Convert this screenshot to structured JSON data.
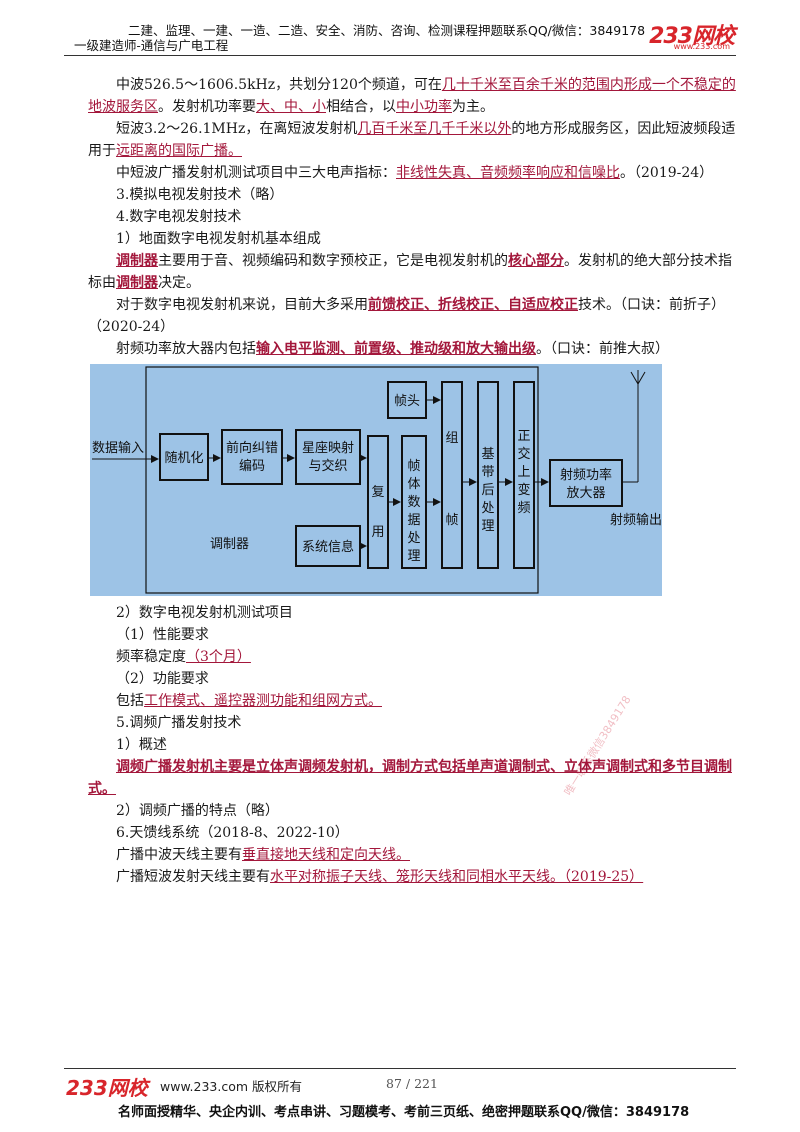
{
  "header": {
    "top_line": "二建、监理、一建、一造、二造、安全、消防、咨询、检测课程押题联系QQ/微信：3849178",
    "subtitle": "一级建造师-通信与广电工程",
    "logo": "233网校",
    "logo_url": "www.233.com"
  },
  "para1": {
    "t1": "中波526.5～1606.5kHz，共划分120个频道，可在",
    "h1": "几十千米至百余千米的范围内形成一个不稳定的地波服务区",
    "t2": "。发射机功率要",
    "h2": "大、中、小",
    "t3": "相结合，以",
    "h3": "中小功率",
    "t4": "为主。"
  },
  "para2": {
    "t1": "短波3.2～26.1MHz，在离短波发射机",
    "h1": "几百千米至几千千米以外",
    "t2": "的地方形成服务区，因此短波频段适用于",
    "h2": "远距离的国际广播。"
  },
  "para3": {
    "t1": "中短波广播发射机测试项目中三大电声指标：",
    "h1": "非线性失真、音频频率响应和信噪比",
    "t2": "。（2019-24）"
  },
  "line_analog": "3.模拟电视发射技术（略）",
  "line_digital": "4.数字电视发射技术",
  "line_ground": "1）地面数字电视发射机基本组成",
  "para4": {
    "h1": "调制器",
    "t1": "主要用于音、视频编码和数字预校正，它是电视发射机的",
    "h2": "核心部分",
    "t2": "。发射机的绝大部分技术指标由",
    "h3": "调制器",
    "t3": "决定。"
  },
  "para5": {
    "t1": "对于数字电视发射机来说，目前大多采用",
    "h1": "前馈校正、折线校正、自适应校正",
    "t2": "技术。（口诀：前折子）（2020-24）"
  },
  "para6": {
    "t1": "射频功率放大器内包括",
    "h1": "输入电平监测、前置级、推动级和放大输出级",
    "t2": "。（口诀：前推大叔）"
  },
  "diagram": {
    "input": "数据输入",
    "output": "射频输出",
    "modulator_label": "调制器",
    "blocks": {
      "randomize": "随机化",
      "fec_1": "前向纠错",
      "fec_2": "编码",
      "const_1": "星座映射",
      "const_2": "与交织",
      "sysinfo": "系统信息",
      "mux": "复用",
      "frame_head": "帧头",
      "frame_data": "帧体数据处理",
      "group_frame": "组帧",
      "baseband": "基带后处理",
      "ofdm": "正交上变频",
      "rfamp_1": "射频功率",
      "rfamp_2": "放大器"
    }
  },
  "line_test": "2）数字电视发射机测试项目",
  "line_perf": "（1）性能要求",
  "freq": {
    "t1": "频率稳定度",
    "h1": "（3个月）"
  },
  "line_func": "（2）功能要求",
  "func": {
    "t1": "包括",
    "h1": "工作模式、遥控器测功能和组网方式。"
  },
  "line_fm": "5.调频广播发射技术",
  "line_overview": "1）概述",
  "fm_bold": "调频广播发射机主要是立体声调频发射机，调制方式包括单声道调制式、立体声调制式和多节目调制式。",
  "line_fm_feat": "2）调频广播的特点（略）",
  "line_antenna": "6.天馈线系统（2018-8、2022-10）",
  "mw_ant": {
    "t1": "广播中波天线主要有",
    "h1": "垂直接地天线和定向天线。"
  },
  "sw_ant": {
    "t1": "广播短波发射天线主要有",
    "h1": "水平对称振子天线、笼形天线和同相水平天线。（2019-25）"
  },
  "watermark": "唯一联系微信3849178",
  "footer": {
    "logo": "233网校",
    "site": "www.233.com 版权所有",
    "page": "87 / 221",
    "bottom": "名师面授精华、央企内训、考点串讲、习题模考、考前三页纸、绝密押题联系QQ/微信：3849178"
  }
}
